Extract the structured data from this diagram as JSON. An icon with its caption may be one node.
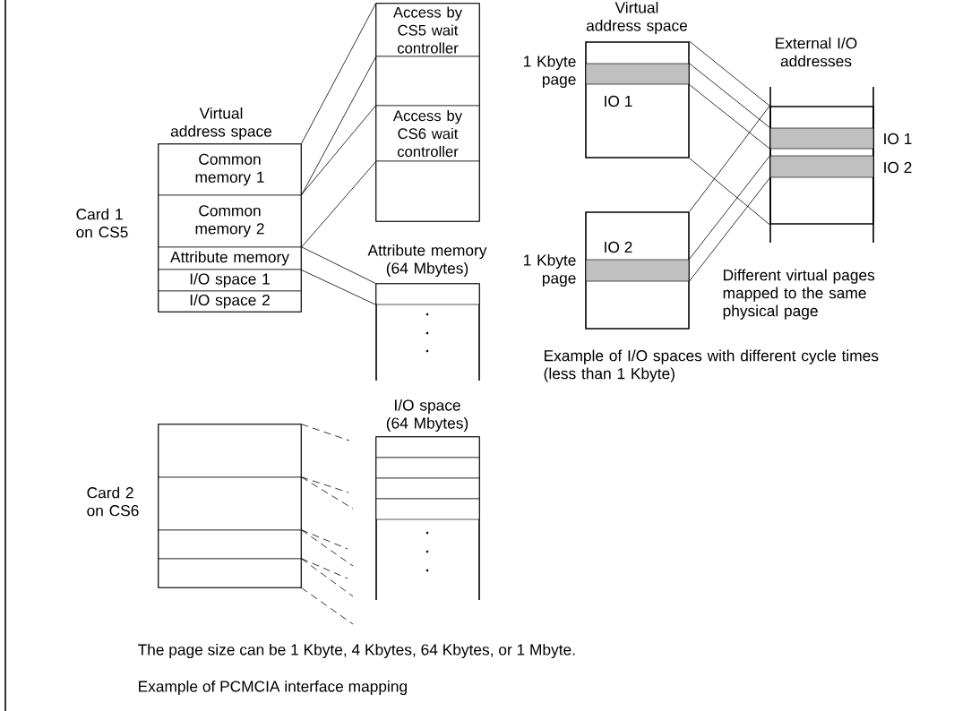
{
  "diagram": {
    "caption": "Example of PCMCIA interface mapping",
    "nodes": [
      {
        "text": [
          "Virtual address space"
        ],
        "beside": [
          "Card 1 on CS5"
        ]
      },
      {
        "text": [
          "Common memory 1"
        ],
        "in": 0
      },
      {
        "text": [
          "Common memory 2"
        ],
        "in": 0
      },
      {
        "text": [
          "Attribute memory"
        ],
        "in": 0
      },
      {
        "text": [
          "I/O space 1"
        ],
        "in": 0
      },
      {
        "text": [
          "I/O space 2"
        ],
        "in": 0
      },
      {
        "text": [],
        "shape": "box"
      },
      {
        "text": [
          "Access by CS5 wait controller"
        ],
        "in": 6
      },
      {
        "text": [],
        "shape": "box",
        "in": 6
      },
      {
        "text": [
          "Access by CS6 wait controller"
        ],
        "in": 6
      },
      {
        "text": [],
        "shape": "box",
        "in": 6
      },
      {
        "text": [
          "Attribute memory (64 Mbytes)"
        ]
      },
      {
        "text": [],
        "shape": "box",
        "in": 11
      },
      {
        "text": [],
        "shape": "box",
        "beside": [
          "Card 2 on CS6"
        ]
      },
      {
        "text": [],
        "shape": "box",
        "in": 13
      },
      {
        "text": [],
        "shape": "box",
        "in": 13
      },
      {
        "text": [],
        "shape": "box",
        "in": 13
      },
      {
        "text": [],
        "shape": "box",
        "in": 13
      },
      {
        "text": [
          "I/O space (64 Mbytes)"
        ]
      },
      {
        "text": [],
        "shape": "box",
        "in": 18
      },
      {
        "text": [],
        "shape": "box",
        "in": 18
      },
      {
        "text": [],
        "shape": "box",
        "in": 18
      },
      {
        "text": [],
        "shape": "box",
        "in": 18
      },
      {
        "text": [
          "Virtual address space",
          "IO 1"
        ]
      },
      {
        "text": [],
        "shape": "bar",
        "in": 23,
        "beside": [
          "1 Kbyte page"
        ]
      },
      {
        "text": [
          "IO 2"
        ]
      },
      {
        "text": [],
        "shape": "bar",
        "in": 25,
        "beside": [
          "1 Kbyte page"
        ]
      },
      {
        "text": [
          "External I/O addresses"
        ]
      },
      {
        "text": [],
        "shape": "bar",
        "in": 27,
        "beside": [
          "IO 1"
        ]
      },
      {
        "text": [],
        "shape": "bar",
        "in": 27,
        "beside": [
          "IO 2"
        ]
      }
    ],
    "edges": [
      {
        "from": 1,
        "to": 7,
        "arrow": "none"
      },
      {
        "from": 1,
        "to": 7,
        "arrow": "none"
      },
      {
        "from": 2,
        "to": 9,
        "arrow": "none"
      },
      {
        "from": 2,
        "to": 9,
        "arrow": "none"
      },
      {
        "from": 3,
        "to": 12,
        "arrow": "none"
      },
      {
        "from": 3,
        "to": 12,
        "arrow": "none"
      },
      {
        "from": 14,
        "to": null,
        "arrow": "none",
        "style": "dashed"
      },
      {
        "from": 15,
        "to": null,
        "arrow": "none",
        "style": "dashed"
      },
      {
        "from": 15,
        "to": null,
        "arrow": "none",
        "style": "dashed"
      },
      {
        "from": 16,
        "to": null,
        "arrow": "none",
        "style": "dashed"
      },
      {
        "from": 16,
        "to": null,
        "arrow": "none",
        "style": "dashed"
      },
      {
        "from": 17,
        "to": null,
        "arrow": "none",
        "style": "dashed"
      },
      {
        "from": 17,
        "to": null,
        "arrow": "none",
        "style": "dashed"
      },
      {
        "from": 17,
        "to": null,
        "arrow": "none",
        "style": "dashed"
      },
      {
        "from": 23,
        "to": 27,
        "arrow": "none"
      },
      {
        "from": 24,
        "to": 28,
        "arrow": "none"
      },
      {
        "from": 24,
        "to": 28,
        "arrow": "none"
      },
      {
        "from": 23,
        "to": 27,
        "arrow": "none"
      },
      {
        "from": 25,
        "to": 27,
        "arrow": "none"
      },
      {
        "from": 26,
        "to": 29,
        "arrow": "none"
      },
      {
        "from": 26,
        "to": 29,
        "arrow": "none"
      }
    ],
    "labels": [
      "Different virtual pages mapped to the same physical page",
      "Example of I/O spaces with different cycle times (less than 1 Kbyte)",
      "The page size can be 1 Kbyte, 4 Kbytes, 64 Kbytes, or 1 Mbyte."
    ]
  }
}
